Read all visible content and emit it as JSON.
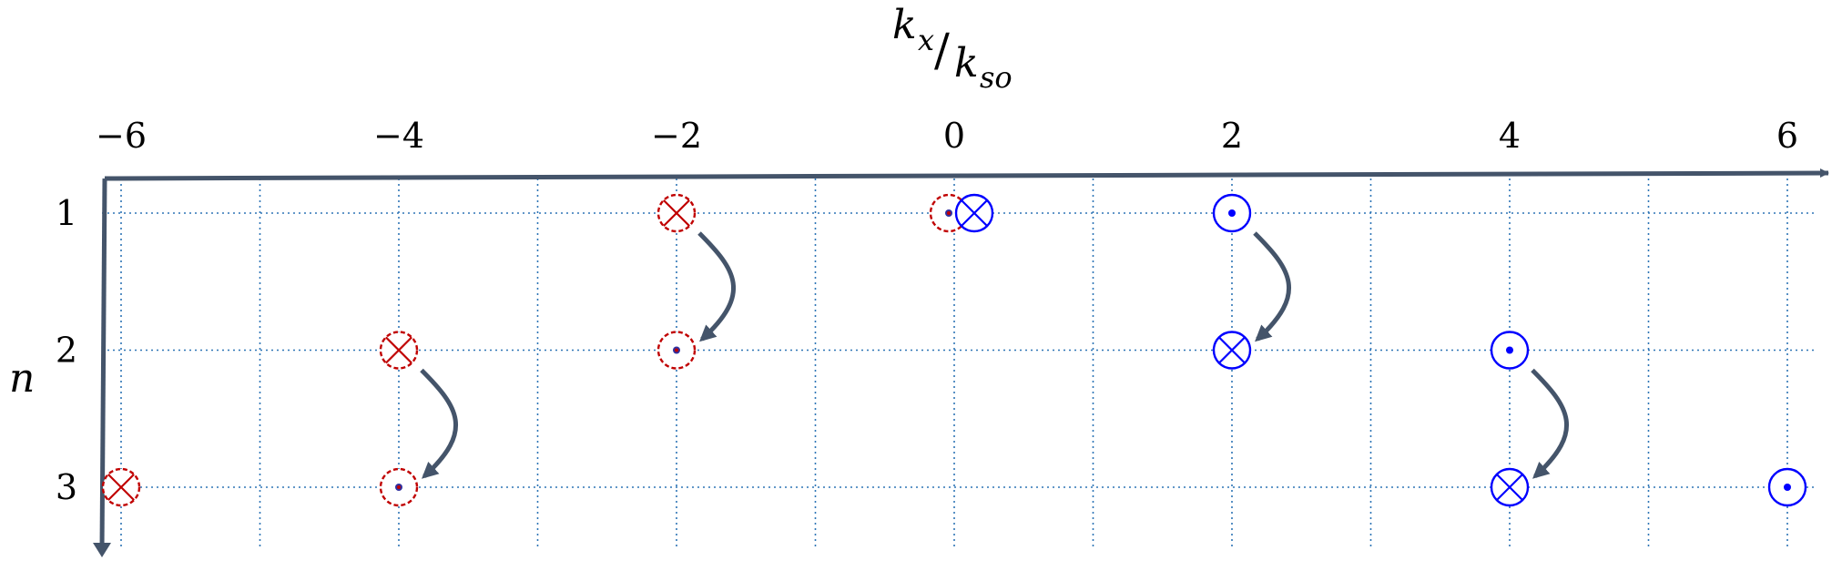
{
  "axis_title": {
    "numerator": "k",
    "numerator_sub": "x",
    "slash": "/",
    "denominator": "k",
    "denominator_sub": "so"
  },
  "row_axis_title": "n",
  "x_ticks": [
    {
      "value": -6,
      "label": "−6"
    },
    {
      "value": -4,
      "label": "−4"
    },
    {
      "value": -2,
      "label": "−2"
    },
    {
      "value": 0,
      "label": "0"
    },
    {
      "value": 2,
      "label": "2"
    },
    {
      "value": 4,
      "label": "4"
    },
    {
      "value": 6,
      "label": "6"
    }
  ],
  "y_ticks": [
    {
      "value": 1,
      "label": "1"
    },
    {
      "value": 2,
      "label": "2"
    },
    {
      "value": 3,
      "label": "3"
    }
  ],
  "colors": {
    "axis": "#44546a",
    "grid": "#2e75b6",
    "red": "#c00000",
    "blue": "#0000ff",
    "arrow": "#44546a"
  },
  "markers": [
    {
      "kx": -2,
      "n": 1,
      "kind": "cross",
      "color": "red",
      "dashed": true
    },
    {
      "kx": 0,
      "n": 1,
      "kind": "dot",
      "color": "red",
      "dashed": true
    },
    {
      "kx": 0,
      "n": 1,
      "kind": "cross",
      "color": "blue",
      "dashed": false,
      "shift": true
    },
    {
      "kx": 2,
      "n": 1,
      "kind": "dot",
      "color": "blue",
      "dashed": false
    },
    {
      "kx": -4,
      "n": 2,
      "kind": "cross",
      "color": "red",
      "dashed": true
    },
    {
      "kx": -2,
      "n": 2,
      "kind": "dot",
      "color": "red",
      "dashed": true
    },
    {
      "kx": 2,
      "n": 2,
      "kind": "cross",
      "color": "blue",
      "dashed": false
    },
    {
      "kx": 4,
      "n": 2,
      "kind": "dot",
      "color": "blue",
      "dashed": false
    },
    {
      "kx": -6,
      "n": 3,
      "kind": "cross",
      "color": "red",
      "dashed": true
    },
    {
      "kx": -4,
      "n": 3,
      "kind": "dot",
      "color": "red",
      "dashed": true
    },
    {
      "kx": 4,
      "n": 3,
      "kind": "cross",
      "color": "blue",
      "dashed": false
    },
    {
      "kx": 6,
      "n": 3,
      "kind": "dot",
      "color": "blue",
      "dashed": false
    }
  ],
  "transitions": [
    {
      "from": {
        "kx": -2,
        "n": 1
      },
      "to": {
        "kx": -2,
        "n": 2
      }
    },
    {
      "from": {
        "kx": 2,
        "n": 1
      },
      "to": {
        "kx": 2,
        "n": 2
      }
    },
    {
      "from": {
        "kx": -4,
        "n": 2
      },
      "to": {
        "kx": -4,
        "n": 3
      }
    },
    {
      "from": {
        "kx": 4,
        "n": 2
      },
      "to": {
        "kx": 4,
        "n": 3
      }
    }
  ]
}
